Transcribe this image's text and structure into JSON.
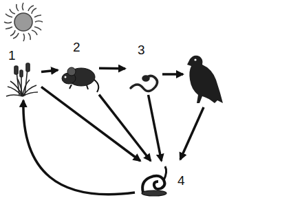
{
  "diagram": {
    "nodes": [
      {
        "text": [
          "1"
        ]
      },
      {
        "text": [
          "2"
        ]
      },
      {
        "text": [
          "3"
        ]
      },
      {
        "text": [
          "4"
        ]
      }
    ],
    "edges": [
      {
        "from": 0,
        "to": 1,
        "arrow": "to"
      },
      {
        "from": 1,
        "to": 2,
        "arrow": "to"
      },
      {
        "from": 0,
        "to": 3,
        "arrow": "to"
      },
      {
        "from": 1,
        "to": 3,
        "arrow": "to"
      },
      {
        "from": 2,
        "to": 3,
        "arrow": "to"
      },
      {
        "from": 3,
        "to": 0,
        "arrow": "to"
      }
    ]
  }
}
